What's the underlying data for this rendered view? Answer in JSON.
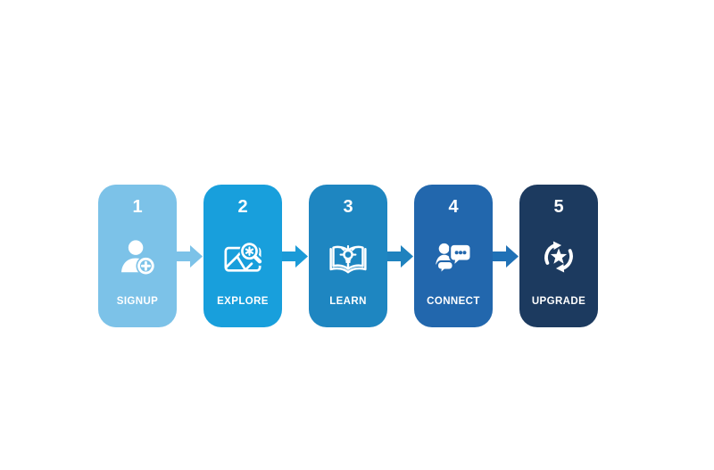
{
  "page": {
    "background_color": "#ffffff",
    "text_color": "#ffffff"
  },
  "diagram": {
    "type": "process-flow",
    "steps": [
      {
        "number": "1",
        "label": "SIGNUP",
        "icon": "person-add-icon",
        "color": "#7cc2e8"
      },
      {
        "number": "2",
        "label": "EXPLORE",
        "icon": "map-search-icon",
        "color": "#189fdc"
      },
      {
        "number": "3",
        "label": "LEARN",
        "icon": "book-lightbulb-icon",
        "color": "#1e86c1"
      },
      {
        "number": "4",
        "label": "CONNECT",
        "icon": "chat-people-icon",
        "color": "#2267ad"
      },
      {
        "number": "5",
        "label": "UPGRADE",
        "icon": "refresh-star-icon",
        "color": "#1c3a5f"
      }
    ],
    "arrows": [
      {
        "direction": "right",
        "color": "#7cc2e8"
      },
      {
        "direction": "right",
        "color": "#1b9ad7"
      },
      {
        "direction": "right",
        "color": "#1f82be"
      },
      {
        "direction": "right",
        "color": "#2071b6"
      }
    ]
  }
}
